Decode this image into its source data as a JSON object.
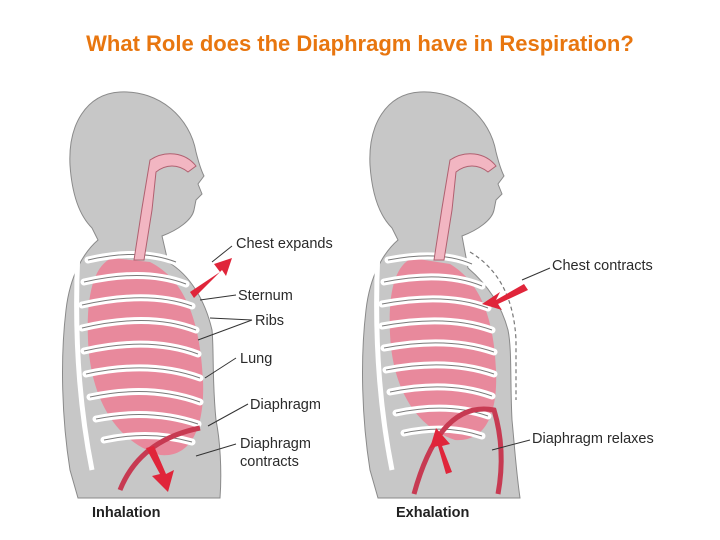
{
  "title": "What Role does the Diaphragm have in Respiration?",
  "colors": {
    "title": "#e8760f",
    "body": "#c7c7c7",
    "lung": "#e8899c",
    "airway": "#f2b6c2",
    "arrow": "#e0253a",
    "rib": "#ffffff"
  },
  "inhalation": {
    "caption": "Inhalation",
    "labels": {
      "chest": "Chest expands",
      "sternum": "Sternum",
      "ribs": "Ribs",
      "lung": "Lung",
      "diaphragm": "Diaphragm",
      "diaphragm_action_1": "Diaphragm",
      "diaphragm_action_2": "contracts"
    }
  },
  "exhalation": {
    "caption": "Exhalation",
    "labels": {
      "chest": "Chest contracts",
      "diaphragm": "Diaphragm relaxes"
    }
  }
}
